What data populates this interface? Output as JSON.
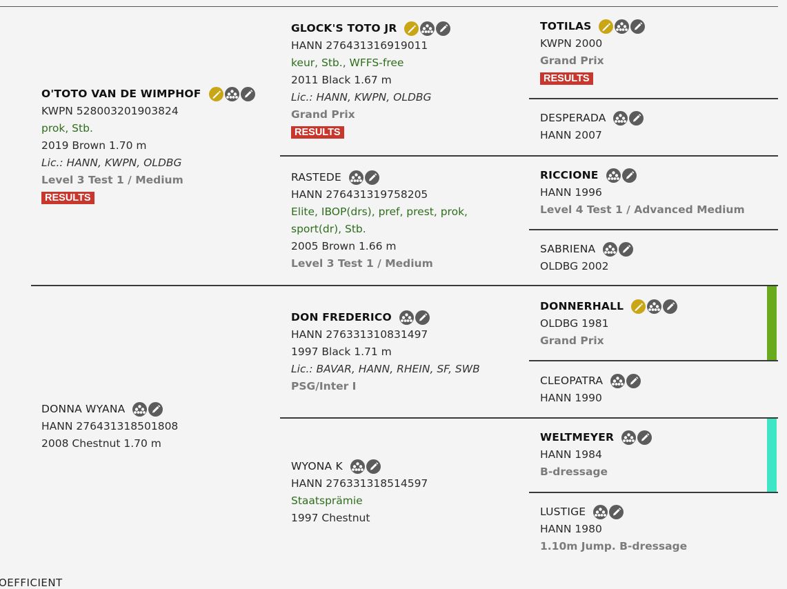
{
  "pedigree": {
    "sire": {
      "name": "O'TOTO VAN DE WIMPHOF",
      "reg": "KWPN 528003201903824",
      "predicates": "prok, Stb.",
      "birth": "2019 Brown 1.70 m",
      "licensed": "Lic.: HANN, KWPN, OLDBG",
      "level": "Level 3 Test 1 / Medium",
      "results_label": "RESULTS",
      "icons": [
        "performance-badge-icon",
        "pedigree-tree-icon",
        "edit-pencil-icon"
      ]
    },
    "sire_sire": {
      "name": "GLOCK'S TOTO JR",
      "reg": "HANN 276431316919011",
      "predicates": "keur, Stb., WFFS-free",
      "birth": "2011 Black 1.67 m",
      "licensed": "Lic.: HANN, KWPN, OLDBG",
      "level": "Grand Prix",
      "results_label": "RESULTS",
      "icons": [
        "performance-badge-icon",
        "pedigree-tree-icon",
        "edit-pencil-icon"
      ]
    },
    "sire_dam": {
      "name": "RASTEDE",
      "reg": "HANN 276431319758205",
      "predicates_line1": "Elite, IBOP(drs), pref, prest, prok,",
      "predicates_line2": "sport(dr), Stb.",
      "birth": "2005 Brown 1.66 m",
      "level": "Level 3 Test 1 / Medium",
      "icons": [
        "pedigree-tree-icon",
        "edit-pencil-icon"
      ]
    },
    "sss": {
      "name": "TOTILAS",
      "reg": "KWPN 2000",
      "level": "Grand Prix",
      "results_label": "RESULTS",
      "icons": [
        "performance-badge-icon",
        "pedigree-tree-icon",
        "edit-pencil-icon"
      ]
    },
    "ssd": {
      "name": "DESPERADA",
      "reg": "HANN 2007",
      "icons": [
        "pedigree-tree-icon",
        "edit-pencil-icon"
      ]
    },
    "sds": {
      "name": "RICCIONE",
      "reg": "HANN 1996",
      "level": "Level 4 Test 1 / Advanced Medium",
      "icons": [
        "pedigree-tree-icon",
        "edit-pencil-icon"
      ]
    },
    "sdd": {
      "name": "SABRIENA",
      "reg": "OLDBG 2002",
      "icons": [
        "pedigree-tree-icon",
        "edit-pencil-icon"
      ]
    },
    "dam": {
      "name": "DONNA WYANA",
      "reg": "HANN 276431318501808",
      "birth": "2008 Chestnut 1.70 m",
      "icons": [
        "pedigree-tree-icon",
        "edit-pencil-icon"
      ]
    },
    "dam_sire": {
      "name": "DON FREDERICO",
      "reg": "HANN 276331310831497",
      "birth": "1997 Black 1.71 m",
      "licensed": "Lic.: BAVAR, HANN, RHEIN, SF, SWB",
      "level": "PSG/Inter I",
      "icons": [
        "pedigree-tree-icon",
        "edit-pencil-icon"
      ]
    },
    "dam_dam": {
      "name": "WYONA K",
      "reg": "HANN 276331318514597",
      "predicates": "Staatsprämie",
      "birth": "1997 Chestnut",
      "icons": [
        "pedigree-tree-icon",
        "edit-pencil-icon"
      ]
    },
    "dss": {
      "name": "DONNERHALL",
      "reg": "OLDBG 1981",
      "level": "Grand Prix",
      "color_marker": "#6aaa1e",
      "icons": [
        "performance-badge-icon",
        "pedigree-tree-icon",
        "edit-pencil-icon"
      ]
    },
    "dsd": {
      "name": "CLEOPATRA",
      "reg": "HANN 1990",
      "icons": [
        "pedigree-tree-icon",
        "edit-pencil-icon"
      ]
    },
    "dds": {
      "name": "WELTMEYER",
      "reg": "HANN 1984",
      "level": "B-dressage",
      "color_marker": "#3ee6c6",
      "icons": [
        "pedigree-tree-icon",
        "edit-pencil-icon"
      ]
    },
    "ddd": {
      "name": "LUSTIGE",
      "reg": "HANN 1980",
      "level": "1.10m Jump. B-dressage",
      "icons": [
        "pedigree-tree-icon",
        "edit-pencil-icon"
      ]
    }
  },
  "footer": {
    "cutoff_text": "OEFFICIENT"
  },
  "colors": {
    "results_badge": "#c8372d",
    "predicate_green": "#2e6e1c",
    "level_grey": "#7b7b7b",
    "gold_icon": "#c9a615",
    "dark_icon": "#5c5c5c"
  }
}
